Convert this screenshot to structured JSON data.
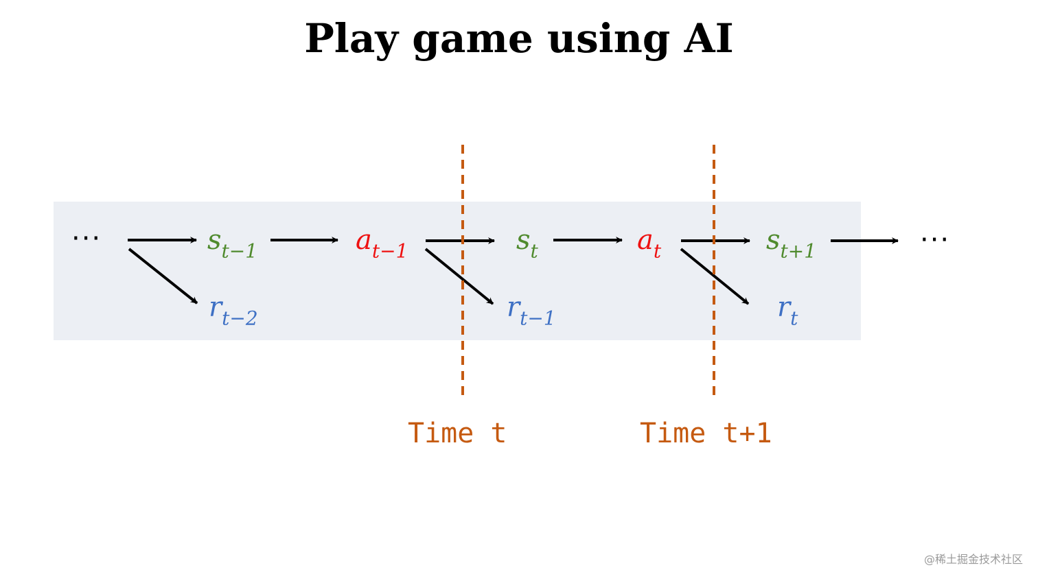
{
  "title": "Play game using AI",
  "colors": {
    "state": "#4f8a2d",
    "action": "#ee1111",
    "reward": "#3e70c4",
    "timeline": "#c55a11",
    "band": "#eceff4",
    "arrow": "#000000"
  },
  "nodes": {
    "dots_left": "···",
    "dots_right": "···",
    "s_prev": {
      "base": "s",
      "sub": "t−1"
    },
    "a_prev": {
      "base": "a",
      "sub": "t−1"
    },
    "s_t": {
      "base": "s",
      "sub": "t"
    },
    "a_t": {
      "base": "a",
      "sub": "t"
    },
    "s_next": {
      "base": "s",
      "sub": "t+1"
    },
    "r_prev2": {
      "base": "r",
      "sub": "t−2"
    },
    "r_prev1": {
      "base": "r",
      "sub": "t−1"
    },
    "r_t": {
      "base": "r",
      "sub": "t"
    }
  },
  "time_labels": {
    "t": "Time t",
    "t_plus_1": "Time t+1"
  },
  "watermark": "@稀土掘金技术社区"
}
